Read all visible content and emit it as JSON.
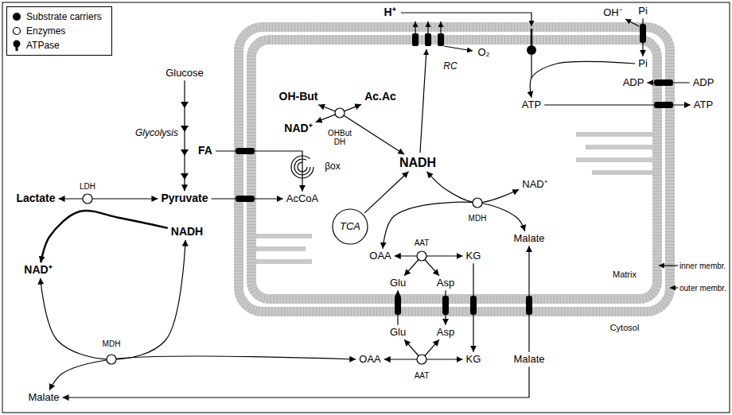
{
  "diagram": {
    "nodes": [
      {
        "text": [
          "Pi"
        ]
      },
      {
        "text": [
          "Pi"
        ]
      },
      {
        "text": [
          "Glucose"
        ]
      },
      {
        "text": [
          "ADP"
        ]
      },
      {
        "text": [
          "ADP"
        ]
      },
      {
        "text": [
          "OH-But"
        ]
      },
      {
        "text": [
          "Ac.Ac"
        ]
      },
      {
        "text": [
          "ATP"
        ]
      },
      {
        "text": [
          "ATP"
        ]
      },
      {
        "text": [
          "NAD⁺"
        ]
      },
      {
        "text": [
          "FA"
        ]
      },
      {
        "text": [
          "NADH"
        ]
      },
      {
        "text": [
          "NAD⁺"
        ]
      },
      {
        "text": [
          "Lactate"
        ]
      },
      {
        "text": [
          "Pyruvate"
        ]
      },
      {
        "text": [
          "AcCoA"
        ]
      },
      {
        "text": [
          "TCA"
        ]
      },
      {
        "text": [
          "NADH"
        ]
      },
      {
        "text": [
          "Malate"
        ]
      },
      {
        "text": [
          "OAA"
        ]
      },
      {
        "text": [
          "KG"
        ]
      },
      {
        "text": [
          "NAD⁺"
        ]
      },
      {
        "text": [
          "Glu"
        ]
      },
      {
        "text": [
          "Asp"
        ]
      },
      {
        "text": [
          "Glu"
        ]
      },
      {
        "text": [
          "Asp"
        ]
      },
      {
        "text": [
          "OAA"
        ]
      },
      {
        "text": [
          "KG"
        ]
      },
      {
        "text": [
          "Malate"
        ]
      },
      {
        "text": [
          "Malate"
        ]
      }
    ],
    "edges": [
      {
        "from": 2,
        "to": 14,
        "arrow": "to"
      },
      {
        "from": 10,
        "to": 15,
        "arrow": "to"
      },
      {
        "from": 14,
        "to": 15,
        "arrow": "to"
      },
      {
        "from": 13,
        "to": 14,
        "arrow": "both"
      },
      {
        "from": 17,
        "to": 21,
        "arrow": "to"
      },
      {
        "from": 21,
        "to": 17,
        "arrow": "both"
      },
      {
        "from": 26,
        "to": 29,
        "arrow": "both"
      },
      {
        "from": 28,
        "to": 29,
        "arrow": "to"
      },
      {
        "from": 24,
        "to": 22,
        "arrow": "to"
      },
      {
        "from": 23,
        "to": 25,
        "arrow": "to"
      },
      {
        "from": 26,
        "to": 27,
        "arrow": "both"
      },
      {
        "from": 24,
        "to": 25,
        "arrow": "both"
      },
      {
        "from": 19,
        "to": 20,
        "arrow": "both"
      },
      {
        "from": 22,
        "to": 23,
        "arrow": "both"
      },
      {
        "from": 20,
        "to": 27,
        "arrow": "to"
      },
      {
        "from": 28,
        "to": 18,
        "arrow": "to"
      },
      {
        "from": 19,
        "to": 18,
        "arrow": "both"
      },
      {
        "from": 12,
        "to": 11,
        "arrow": "both"
      },
      {
        "from": 16,
        "to": 11,
        "arrow": "to"
      },
      {
        "from": 5,
        "to": 6,
        "arrow": "both"
      },
      {
        "from": 9,
        "to": 11,
        "arrow": "both"
      },
      {
        "from": 0,
        "to": 1,
        "arrow": "to"
      },
      {
        "from": 1,
        "to": 7,
        "arrow": "to"
      },
      {
        "from": 4,
        "to": 3,
        "arrow": "to"
      },
      {
        "from": 7,
        "to": 8,
        "arrow": "to"
      }
    ],
    "labels": [
      "H⁺",
      "OH⁻",
      "RC",
      "O₂",
      "Glycolysis",
      "OHBut DH",
      "βox",
      "LDH",
      "MDH",
      "AAT",
      "Matrix",
      "inner membr.",
      "outer membr.",
      "Cytosol",
      "MDH",
      "AAT"
    ],
    "legend": [
      {
        "text": "Substrate carriers"
      },
      {
        "text": "Enzymes"
      },
      {
        "text": "ATPase"
      }
    ]
  }
}
